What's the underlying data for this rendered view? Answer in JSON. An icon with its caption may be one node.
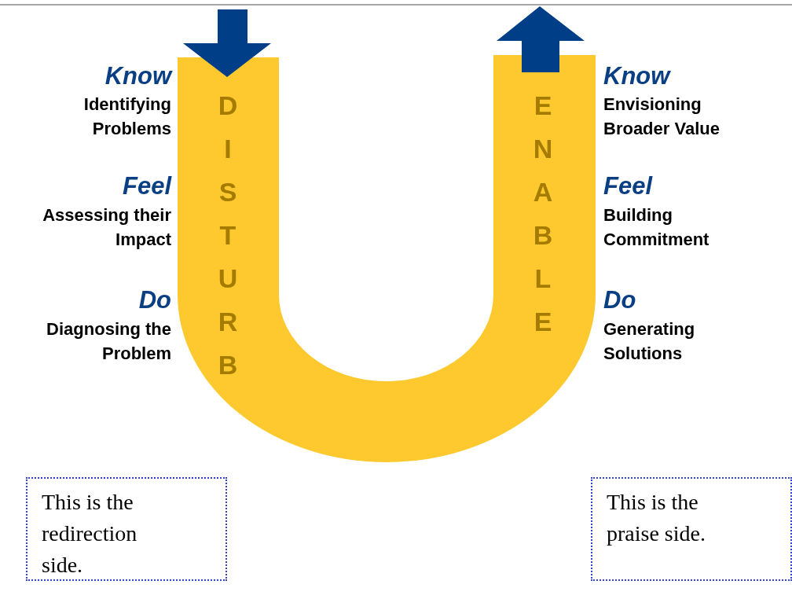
{
  "diagram": {
    "nodes": [
      {
        "text": [
          "DISTURB",
          "ENABLE"
        ]
      },
      {
        "text": [
          "This is the redirection side."
        ]
      },
      {
        "text": [
          "This is the praise side."
        ]
      }
    ],
    "labels": [
      "Know",
      "Identifying Problems",
      "Know",
      "Envisioning Broader Value",
      "Feel",
      "Assessing their Impact",
      "Feel",
      "Building Commitment",
      "Do",
      "Diagnosing the Problem",
      "Do",
      "Generating Solutions"
    ]
  }
}
